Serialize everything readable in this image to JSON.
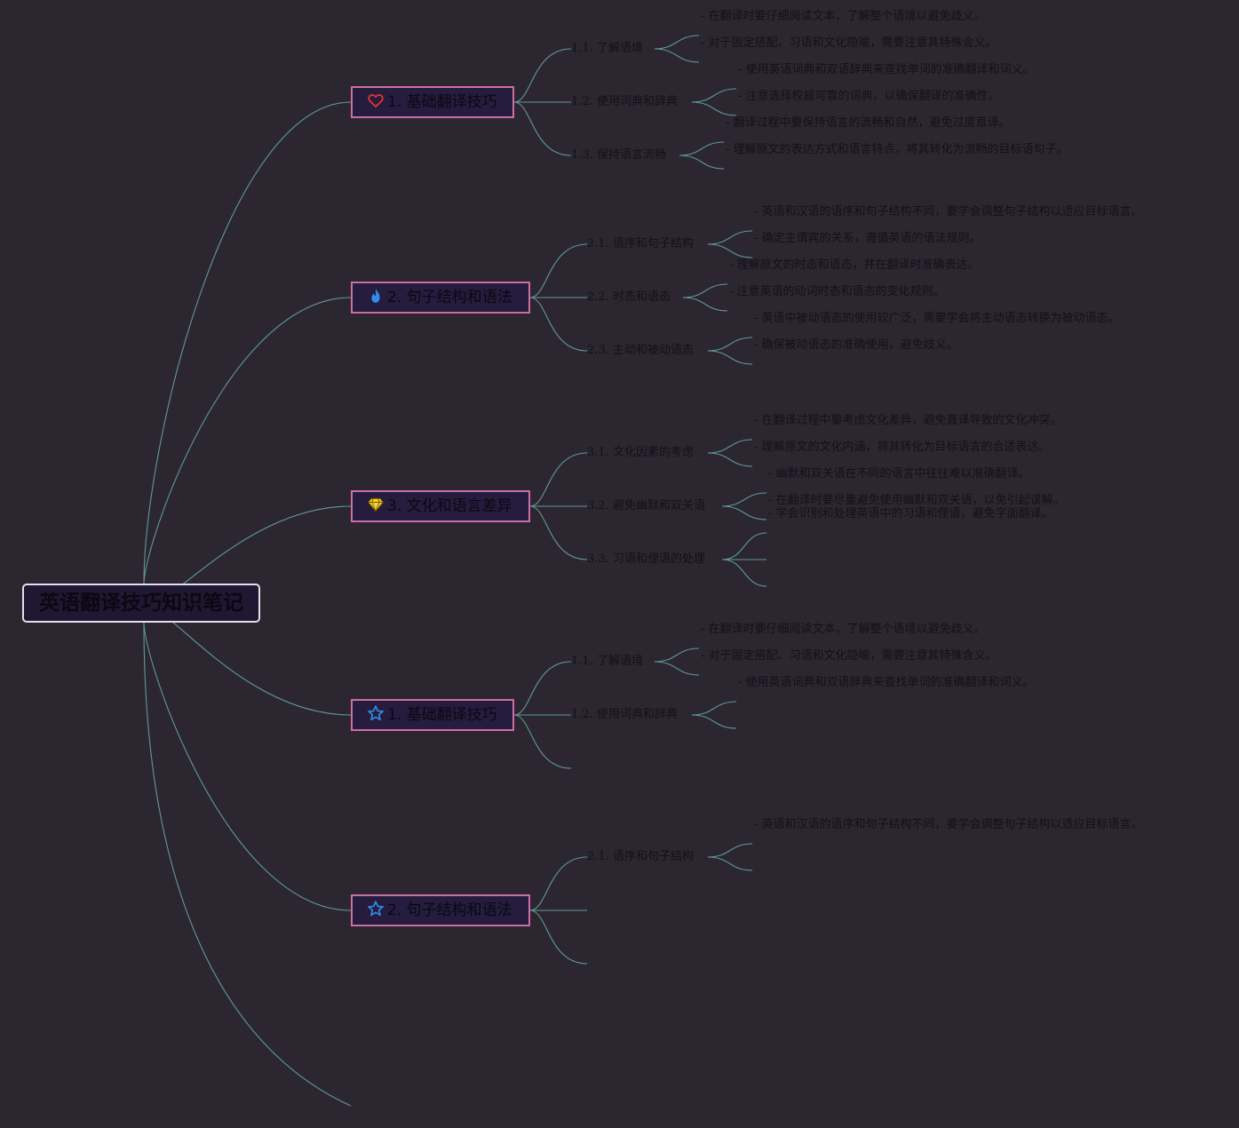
{
  "root": {
    "label": "英语翻译技巧知识笔记"
  },
  "branches": [
    {
      "label": "1. 基础翻译技巧",
      "icon": "heart-icon",
      "icon_color": "#e0332e",
      "subs": [
        {
          "label": "1.1. 了解语境",
          "leaves": [
            "- 在翻译时要仔细阅读文本，了解整个语境以避免歧义。",
            "- 对于固定搭配、习语和文化隐喻，需要注意其特殊含义。"
          ]
        },
        {
          "label": "1.2. 使用词典和辞典",
          "leaves": [
            "- 使用英语词典和双语辞典来查找单词的准确翻译和词义。",
            "- 注意选择权威可靠的词典，以确保翻译的准确性。"
          ]
        },
        {
          "label": "1.3. 保持语言流畅",
          "leaves": [
            "- 翻译过程中要保持语言的流畅和自然，避免过度直译。",
            "- 理解原文的表达方式和语言特点，将其转化为流畅的目标语句子。"
          ]
        }
      ]
    },
    {
      "label": "2. 句子结构和语法",
      "icon": "flame-icon",
      "icon_color": "#2f8ee8",
      "subs": [
        {
          "label": "2.1. 语序和句子结构",
          "leaves": [
            "- 英语和汉语的语序和句子结构不同，要学会调整句子结构以适应目标语言。",
            "- 确定主谓宾的关系，遵循英语的语法规则。"
          ]
        },
        {
          "label": "2.2. 时态和语态",
          "leaves": [
            "- 理解原文的时态和语态，并在翻译时准确表达。",
            "- 注意英语的动词时态和语态的变化规则。"
          ]
        },
        {
          "label": "2.3. 主动和被动语态",
          "leaves": [
            "- 英语中被动语态的使用较广泛，需要学会将主动语态转换为被动语态。",
            "- 确保被动语态的准确使用，避免歧义。"
          ]
        }
      ]
    },
    {
      "label": "3. 文化和语言差异",
      "icon": "diamond-icon",
      "icon_color": "#f2d22e",
      "subs": [
        {
          "label": "3.1. 文化因素的考虑",
          "leaves": [
            "- 在翻译过程中要考虑文化差异，避免直译导致的文化冲突。",
            "- 理解原文的文化内涵，将其转化为目标语言的合适表达。"
          ]
        },
        {
          "label": "3.2. 避免幽默和双关语",
          "leaves": [
            "- 幽默和双关语在不同的语言中往往难以准确翻译。",
            "- 在翻译时要尽量避免使用幽默和双关语，以免引起误解。"
          ]
        },
        {
          "label": "3.3. 习语和俚语的处理",
          "leaves": [
            "- 学会识别和处理英语中的习语和俚语，避免字面翻译。",
            "",
            ""
          ]
        }
      ]
    },
    {
      "label": "1. 基础翻译技巧",
      "icon": "star-icon",
      "icon_color": "#2f8ee8",
      "subs": [
        {
          "label": "1.1. 了解语境",
          "leaves": [
            "- 在翻译时要仔细阅读文本，了解整个语境以避免歧义。",
            "- 对于固定搭配、习语和文化隐喻，需要注意其特殊含义。"
          ]
        },
        {
          "label": "1.2. 使用词典和辞典",
          "leaves": [
            "- 使用英语词典和双语辞典来查找单词的准确翻译和词义。",
            ""
          ]
        },
        {
          "label": "",
          "leaves": []
        }
      ]
    },
    {
      "label": "2. 句子结构和语法",
      "icon": "star-icon",
      "icon_color": "#2f8ee8",
      "subs": [
        {
          "label": "2.1. 语序和句子结构",
          "leaves": [
            "- 英语和汉语的语序和句子结构不同，要学会调整句子结构以适应目标语言。",
            ""
          ]
        },
        {
          "label": "",
          "leaves": []
        },
        {
          "label": "",
          "leaves": []
        }
      ]
    }
  ]
}
